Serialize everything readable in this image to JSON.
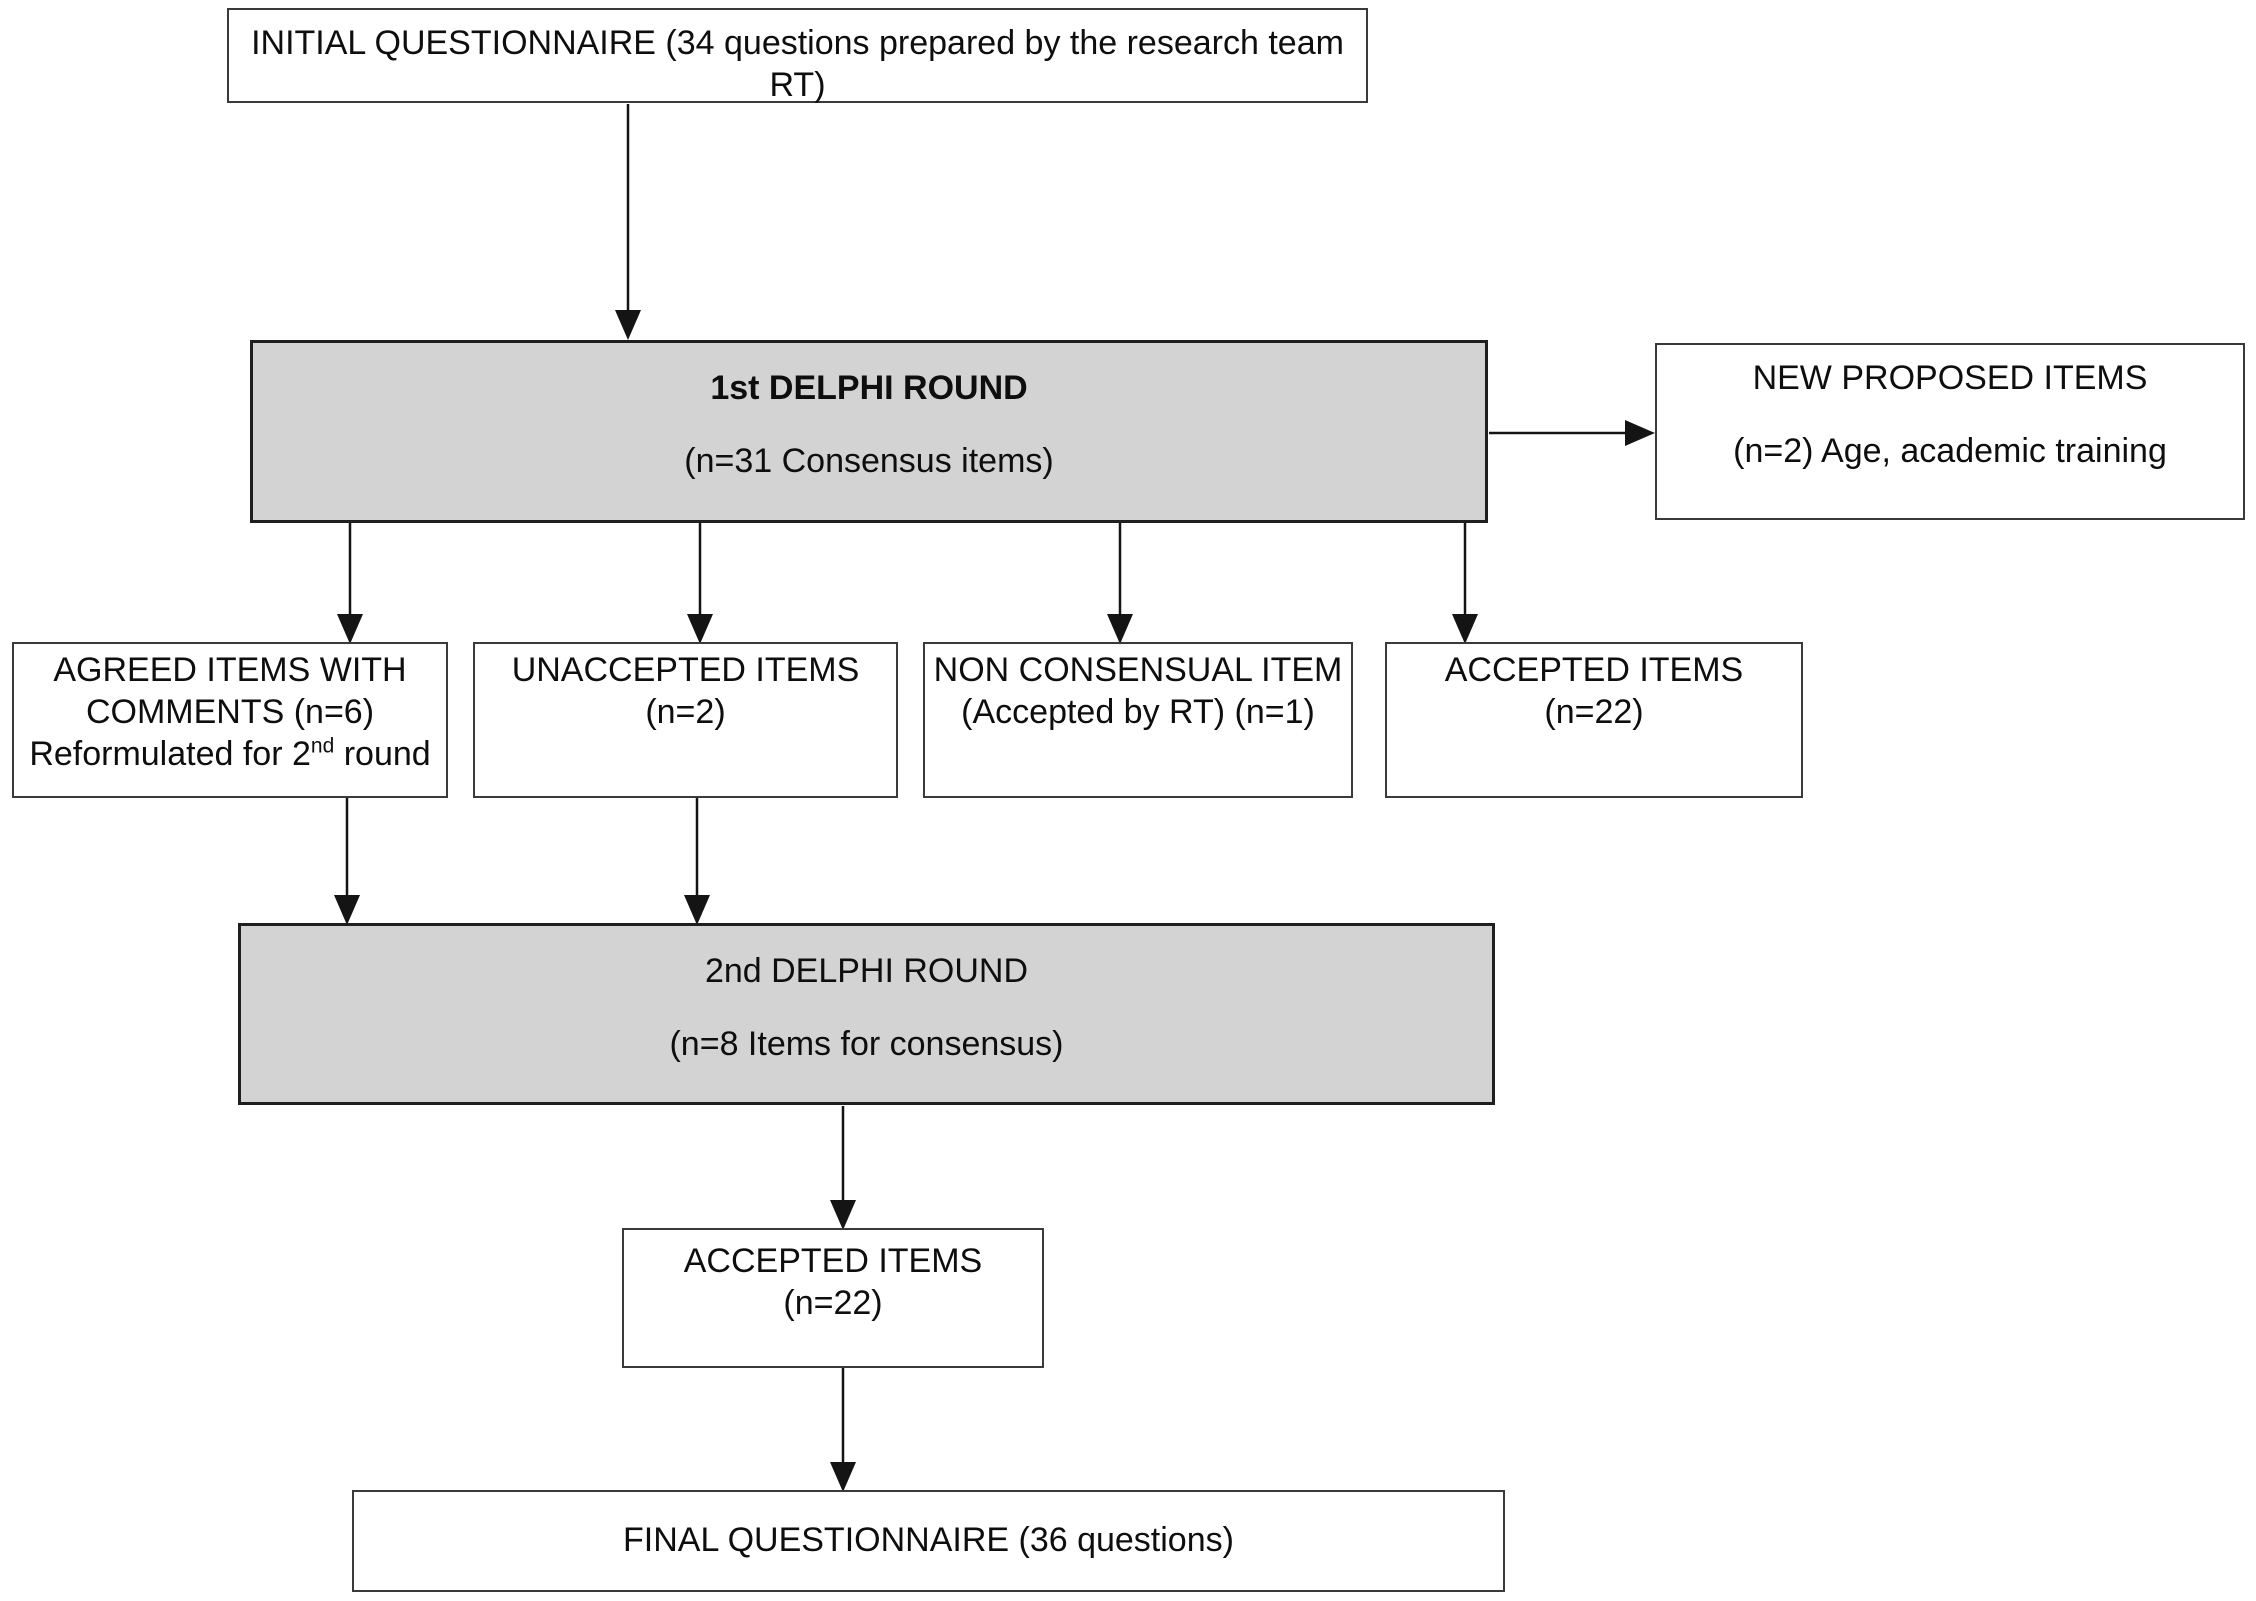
{
  "diagram": {
    "type": "flowchart",
    "topic": "Delphi consensus process for questionnaire development"
  },
  "colors": {
    "background": "#ffffff",
    "box_fill_white": "#ffffff",
    "box_fill_gray": "#d3d3d3",
    "box_border": "#1f1f1f",
    "line": "#141414",
    "text": "#0e0e0e"
  },
  "nodes": {
    "initial": {
      "text": "INITIAL QUESTIONNAIRE (34 questions prepared by the research team RT)"
    },
    "round1": {
      "title": "1st DELPHI ROUND",
      "subtitle": "(n=31 Consensus items)"
    },
    "new_items": {
      "line1": "NEW PROPOSED ITEMS",
      "line2": "(n=2) Age, academic training"
    },
    "agreed": {
      "line1": "AGREED ITEMS WITH",
      "line2": "COMMENTS (n=6)",
      "line3_pre": "Reformulated for 2",
      "line3_sup": "nd",
      "line3_post": " round"
    },
    "unaccepted": {
      "line1": "UNACCEPTED ITEMS",
      "line2": "(n=2)"
    },
    "non_consensual": {
      "line1": "NON CONSENSUAL ITEM",
      "line2": "(Accepted by RT) (n=1)"
    },
    "accepted_r1": {
      "line1": "ACCEPTED ITEMS",
      "line2": "(n=22)"
    },
    "round2": {
      "title": "2nd DELPHI ROUND",
      "subtitle": "(n=8 Items for consensus)"
    },
    "accepted_r2": {
      "line1": "ACCEPTED ITEMS",
      "line2": "(n=22)"
    },
    "final": {
      "text": "FINAL QUESTIONNAIRE (36 questions)"
    }
  },
  "edges": [
    {
      "from": "initial",
      "to": "round1"
    },
    {
      "from": "round1",
      "to": "new_items"
    },
    {
      "from": "round1",
      "to": "agreed"
    },
    {
      "from": "round1",
      "to": "unaccepted"
    },
    {
      "from": "round1",
      "to": "non_consensual"
    },
    {
      "from": "round1",
      "to": "accepted_r1"
    },
    {
      "from": "agreed",
      "to": "round2"
    },
    {
      "from": "unaccepted",
      "to": "round2"
    },
    {
      "from": "round2",
      "to": "accepted_r2"
    },
    {
      "from": "accepted_r2",
      "to": "final"
    }
  ]
}
